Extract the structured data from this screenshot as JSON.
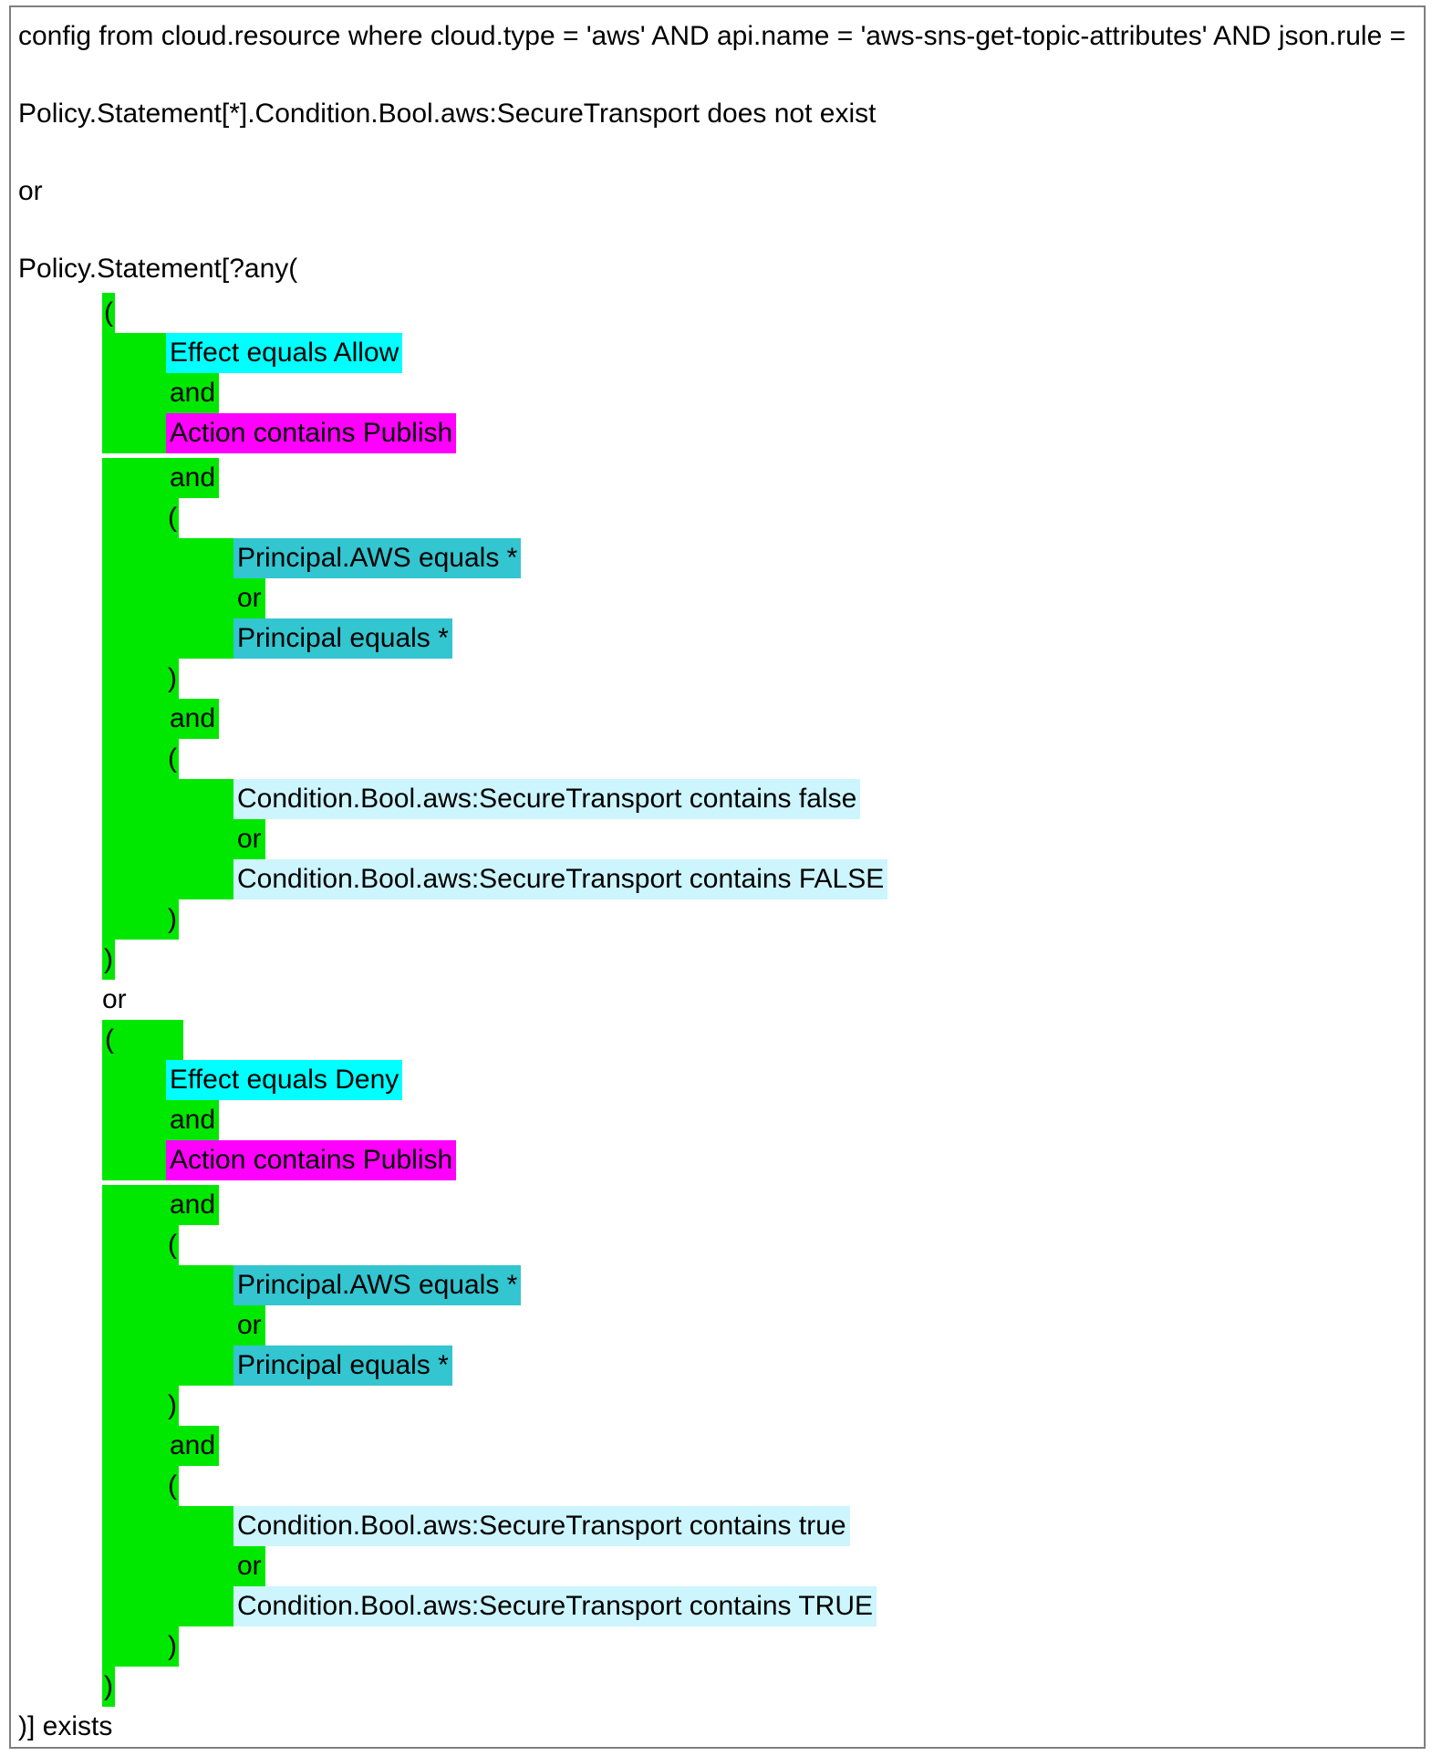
{
  "colors": {
    "green": "#00E800",
    "cyan": "#00FFFF",
    "magenta": "#FF00FF",
    "yellow": "#FFFF00",
    "teal": "#33C5D0",
    "lightcyan": "#CDF5FD",
    "border": "#7F7F7F",
    "text": "#000000",
    "background": "#FFFFFF"
  },
  "query": {
    "header": "config from cloud.resource where cloud.type = 'aws' AND api.name = 'aws-sns-get-topic-attributes' AND json.rule =",
    "highlighted_rule": "Policy.Statement[*].Condition.Bool.aws:SecureTransport does not exist",
    "top_connector": "or",
    "any_open": "Policy.Statement[?any(",
    "footer": ")] exists"
  },
  "tree": {
    "rows": [
      {
        "label": "(",
        "level": 1,
        "style": "green",
        "kind": "bracket"
      },
      {
        "label": "Effect equals Allow",
        "level": 2,
        "style": "cyan",
        "kind": "condition"
      },
      {
        "label": "and",
        "level": 2,
        "style": "green",
        "kind": "connector"
      },
      {
        "label": "Action contains Publish",
        "level": 2,
        "style": "magenta",
        "kind": "condition"
      },
      {
        "label": "and",
        "level": 2,
        "style": "green",
        "kind": "connector",
        "gap": true
      },
      {
        "label": "(",
        "level": 2,
        "style": "green",
        "kind": "bracket"
      },
      {
        "label": "Principal.AWS equals *",
        "level": 3,
        "style": "teal",
        "kind": "condition"
      },
      {
        "label": "or",
        "level": 3,
        "style": "green",
        "kind": "connector"
      },
      {
        "label": "Principal equals *",
        "level": 3,
        "style": "teal",
        "kind": "condition"
      },
      {
        "label": ")",
        "level": 2,
        "style": "green",
        "kind": "bracket"
      },
      {
        "label": "and",
        "level": 2,
        "style": "green",
        "kind": "connector"
      },
      {
        "label": "(",
        "level": 2,
        "style": "green",
        "kind": "bracket"
      },
      {
        "label": "Condition.Bool.aws:SecureTransport contains false",
        "level": 3,
        "style": "lightcyan",
        "kind": "condition"
      },
      {
        "label": "or",
        "level": 3,
        "style": "green",
        "kind": "connector"
      },
      {
        "label": "Condition.Bool.aws:SecureTransport contains FALSE",
        "level": 3,
        "style": "lightcyan",
        "kind": "condition"
      },
      {
        "label": ")",
        "level": 2,
        "style": "green",
        "kind": "bracket"
      },
      {
        "label": ")",
        "level": 1,
        "style": "green",
        "kind": "bracket"
      },
      {
        "label": "or",
        "level": 0,
        "style": "plain",
        "kind": "connector"
      },
      {
        "label": "(",
        "level": 1,
        "style": "green",
        "kind": "bracket",
        "wide": true
      },
      {
        "label": "Effect equals Deny",
        "level": 2,
        "style": "cyan",
        "kind": "condition"
      },
      {
        "label": "and",
        "level": 2,
        "style": "green",
        "kind": "connector"
      },
      {
        "label": "Action contains Publish",
        "level": 2,
        "style": "magenta",
        "kind": "condition"
      },
      {
        "label": "and",
        "level": 2,
        "style": "green",
        "kind": "connector",
        "gap": true
      },
      {
        "label": "(",
        "level": 2,
        "style": "green",
        "kind": "bracket"
      },
      {
        "label": "Principal.AWS equals *",
        "level": 3,
        "style": "teal",
        "kind": "condition"
      },
      {
        "label": "or",
        "level": 3,
        "style": "green",
        "kind": "connector"
      },
      {
        "label": "Principal equals *",
        "level": 3,
        "style": "teal",
        "kind": "condition"
      },
      {
        "label": ")",
        "level": 2,
        "style": "green",
        "kind": "bracket"
      },
      {
        "label": "and",
        "level": 2,
        "style": "green",
        "kind": "connector"
      },
      {
        "label": "(",
        "level": 2,
        "style": "green",
        "kind": "bracket"
      },
      {
        "label": "Condition.Bool.aws:SecureTransport contains true",
        "level": 3,
        "style": "lightcyan",
        "kind": "condition"
      },
      {
        "label": "or",
        "level": 3,
        "style": "green",
        "kind": "connector"
      },
      {
        "label": "Condition.Bool.aws:SecureTransport contains TRUE",
        "level": 3,
        "style": "lightcyan",
        "kind": "condition"
      },
      {
        "label": ")",
        "level": 2,
        "style": "green",
        "kind": "bracket"
      },
      {
        "label": ")",
        "level": 1,
        "style": "green",
        "kind": "bracket"
      }
    ]
  }
}
